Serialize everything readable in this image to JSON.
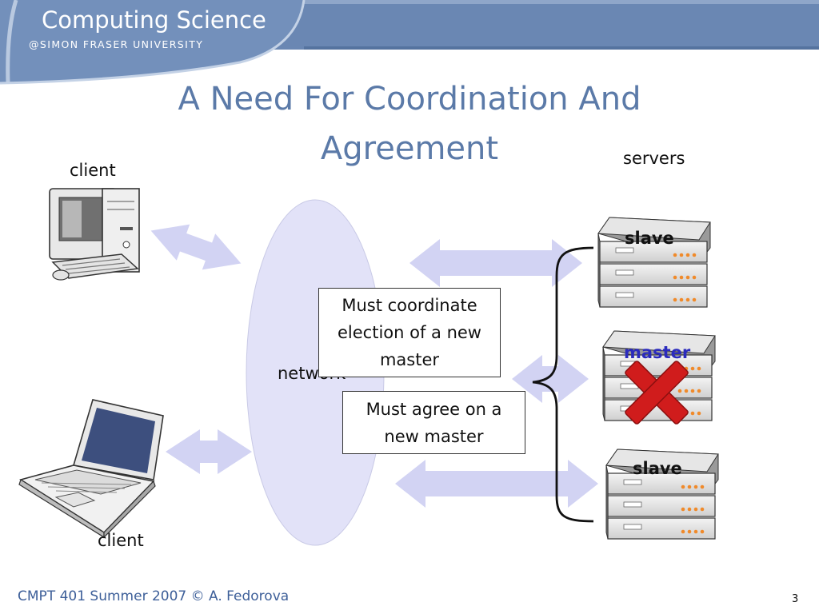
{
  "header": {
    "brand_title": "Computing Science",
    "brand_subtitle": "@SIMON FRASER UNIVERSITY"
  },
  "slide": {
    "title": "A Need For Coordination And Agreement",
    "labels": {
      "client_top": "client",
      "client_bottom": "client",
      "servers": "servers",
      "network": "network"
    },
    "callouts": {
      "election": "Must coordinate election of a new master",
      "agree": "Must agree on a new master"
    },
    "servers": [
      {
        "role": "slave"
      },
      {
        "role": "master",
        "failed": true
      },
      {
        "role": "slave"
      }
    ],
    "icons": [
      "desktop-computer-icon",
      "laptop-icon",
      "server-stack-icon",
      "red-x-icon",
      "double-arrow-icon",
      "curly-brace-icon"
    ],
    "colors": {
      "title": "#5b7aa8",
      "banner": "#6a87b3",
      "network": "#e2e2f8",
      "arrows": "#d2d3f3",
      "master_label": "#2b2bbd",
      "failure_x": "#d01c1c"
    }
  },
  "footer": {
    "text": "CMPT 401 Summer 2007  © A. Fedorova",
    "page_number": "3"
  }
}
